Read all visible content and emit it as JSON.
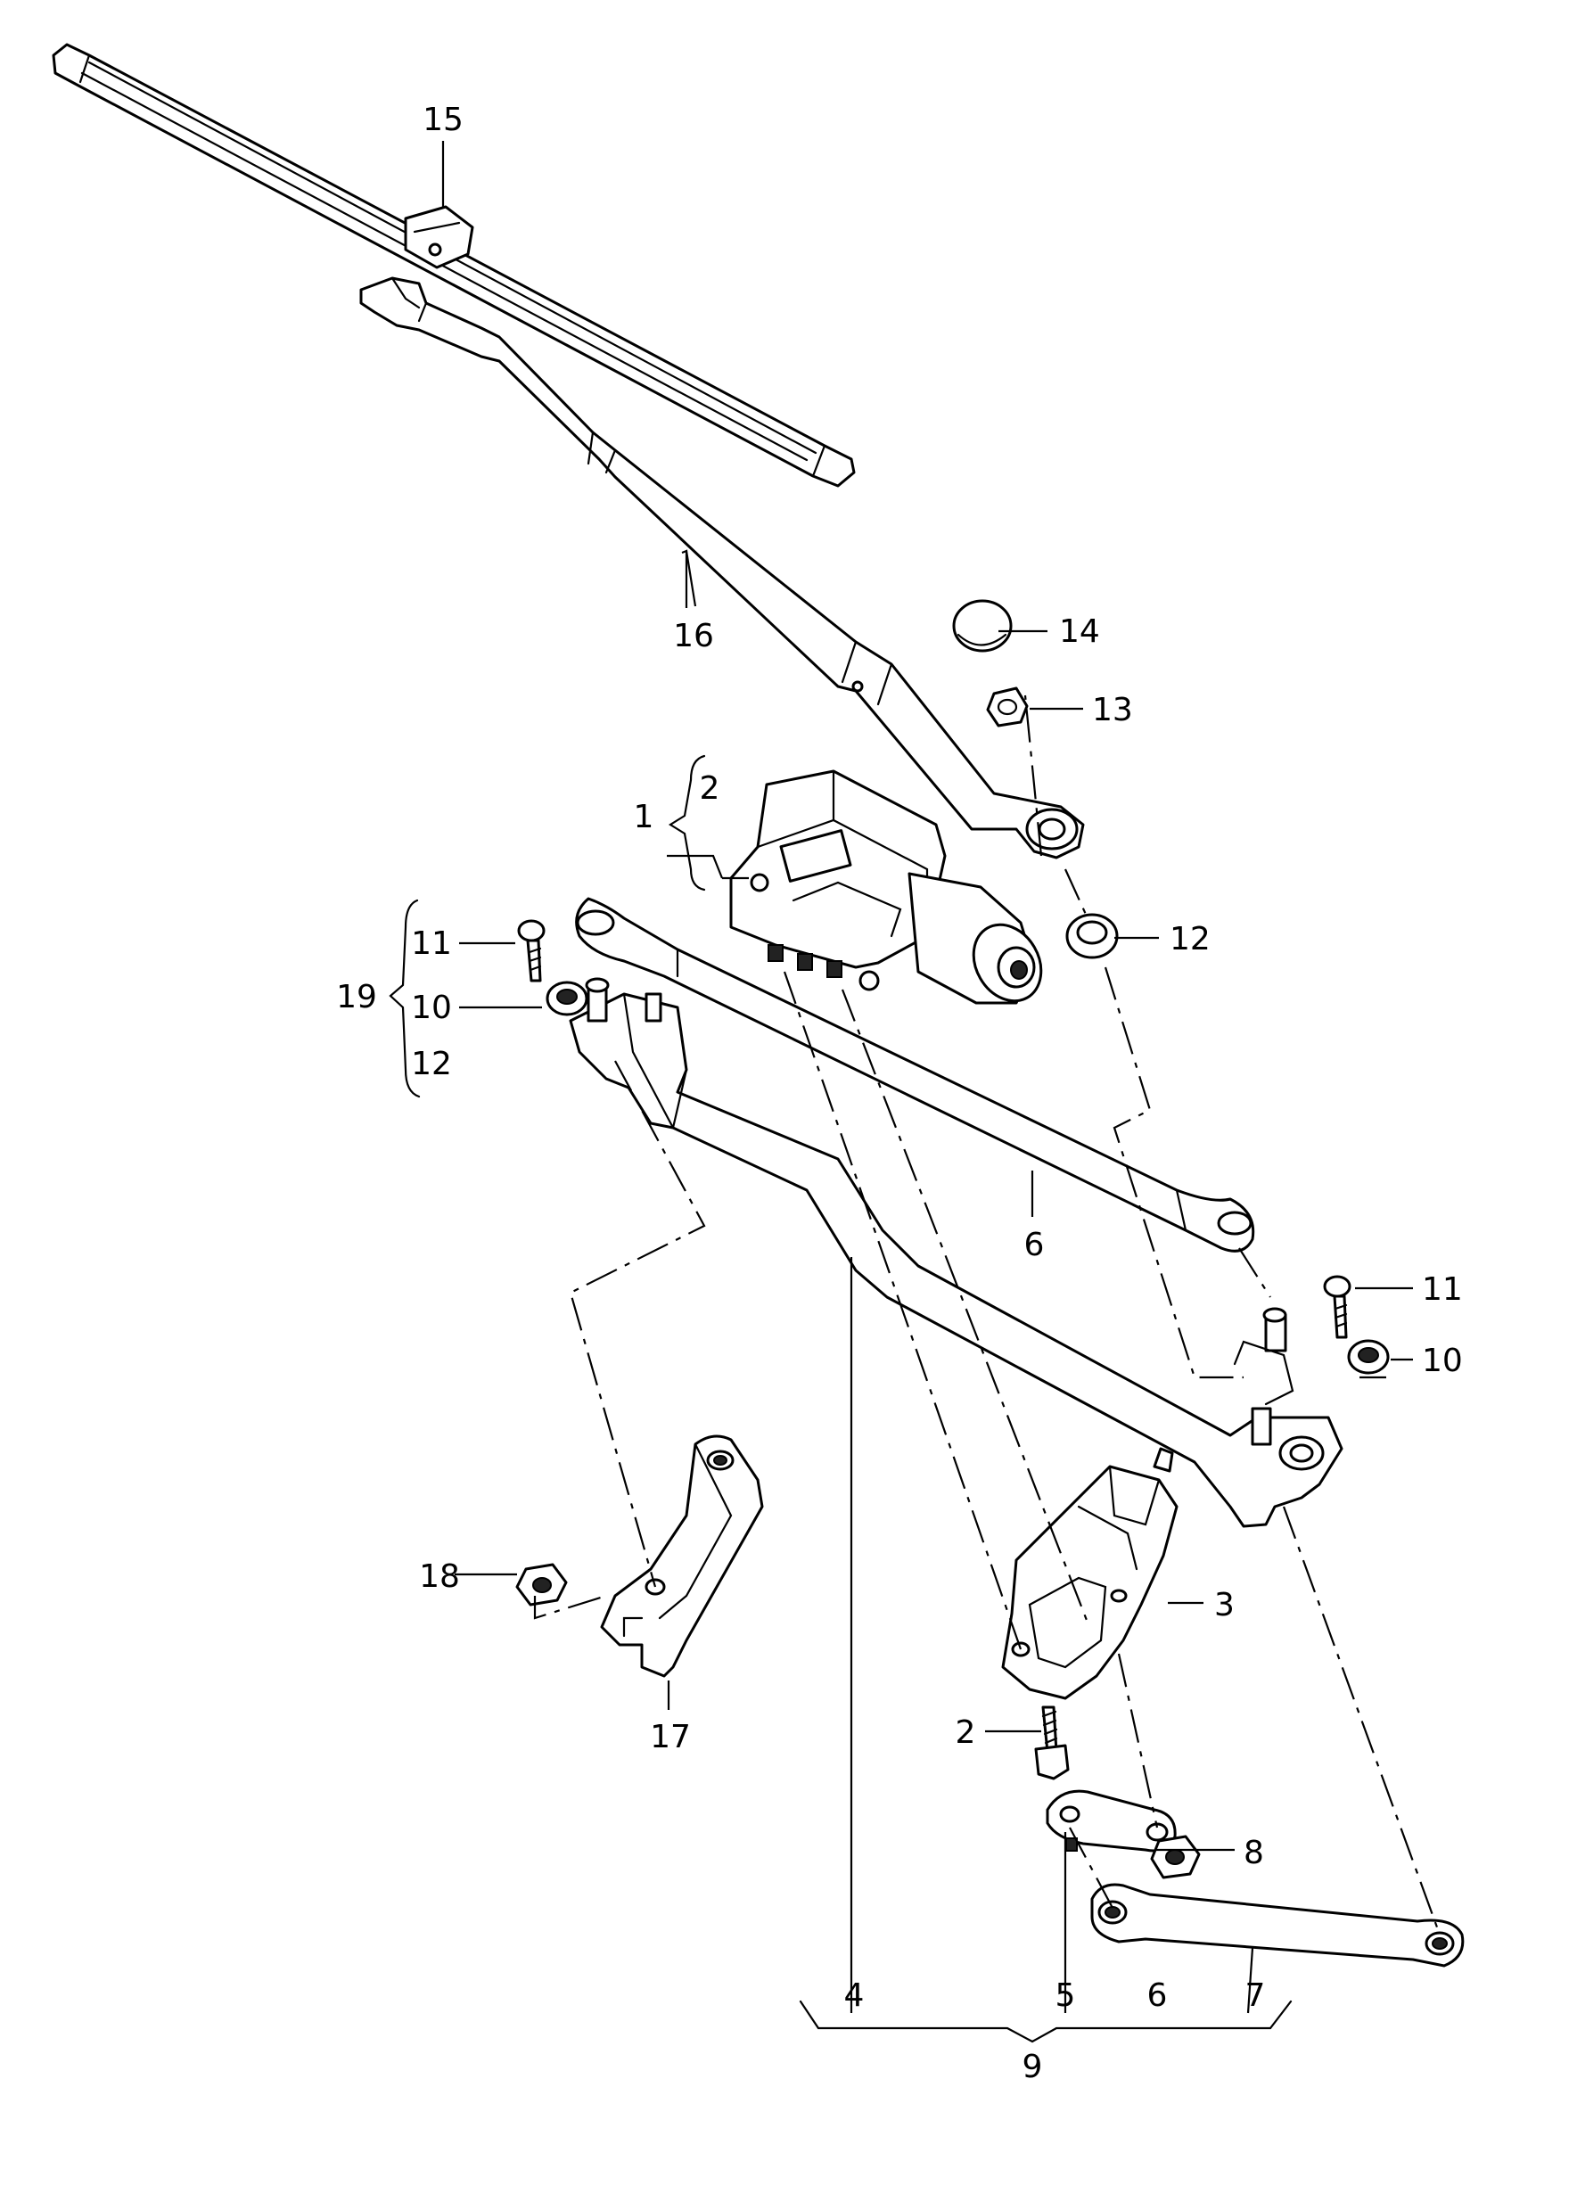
{
  "callouts": {
    "c1": "1",
    "c2a": "2",
    "c2b": "2",
    "c3": "3",
    "c4": "4",
    "c5": "5",
    "c6a": "6",
    "c6b": "6",
    "c7": "7",
    "c8": "8",
    "c9": "9",
    "c10a": "10",
    "c10b": "10",
    "c11a": "11",
    "c11b": "11",
    "c12a": "12",
    "c12b": "12",
    "c13": "13",
    "c14": "14",
    "c15": "15",
    "c16": "16",
    "c17": "17",
    "c18": "18",
    "c19": "19"
  },
  "parts": [
    {
      "name": "wiper-blade",
      "ref": "15"
    },
    {
      "name": "wiper-arm",
      "ref": "16"
    },
    {
      "name": "wiper-motor",
      "ref": "1"
    },
    {
      "name": "linkage-frame",
      "ref": "4"
    },
    {
      "name": "push-rod",
      "ref": "6"
    },
    {
      "name": "motor-bracket",
      "ref": "3"
    },
    {
      "name": "crank",
      "ref": "5"
    },
    {
      "name": "connecting-rod",
      "ref": "7"
    },
    {
      "name": "support-bracket",
      "ref": "17"
    }
  ]
}
